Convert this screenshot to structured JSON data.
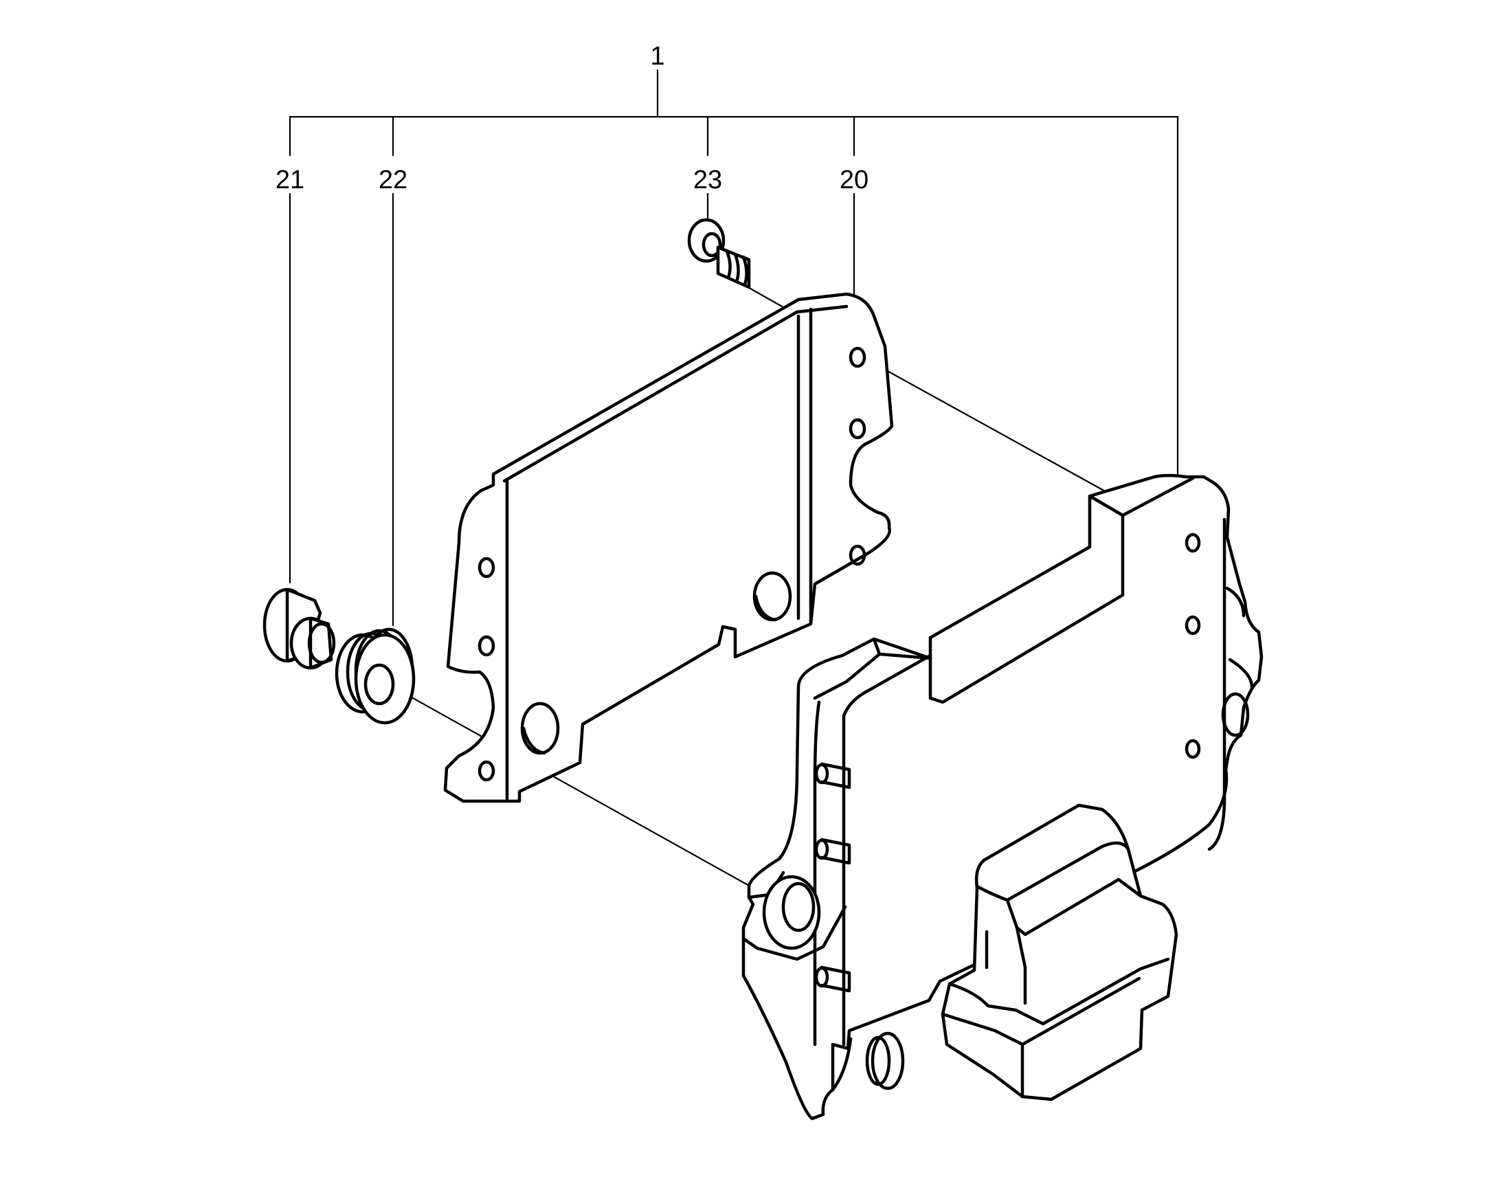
{
  "callouts": {
    "c1": "1",
    "c21": "21",
    "c22": "22",
    "c23": "23",
    "c20": "20"
  },
  "colors": {
    "line": "#000000",
    "background": "#ffffff"
  }
}
